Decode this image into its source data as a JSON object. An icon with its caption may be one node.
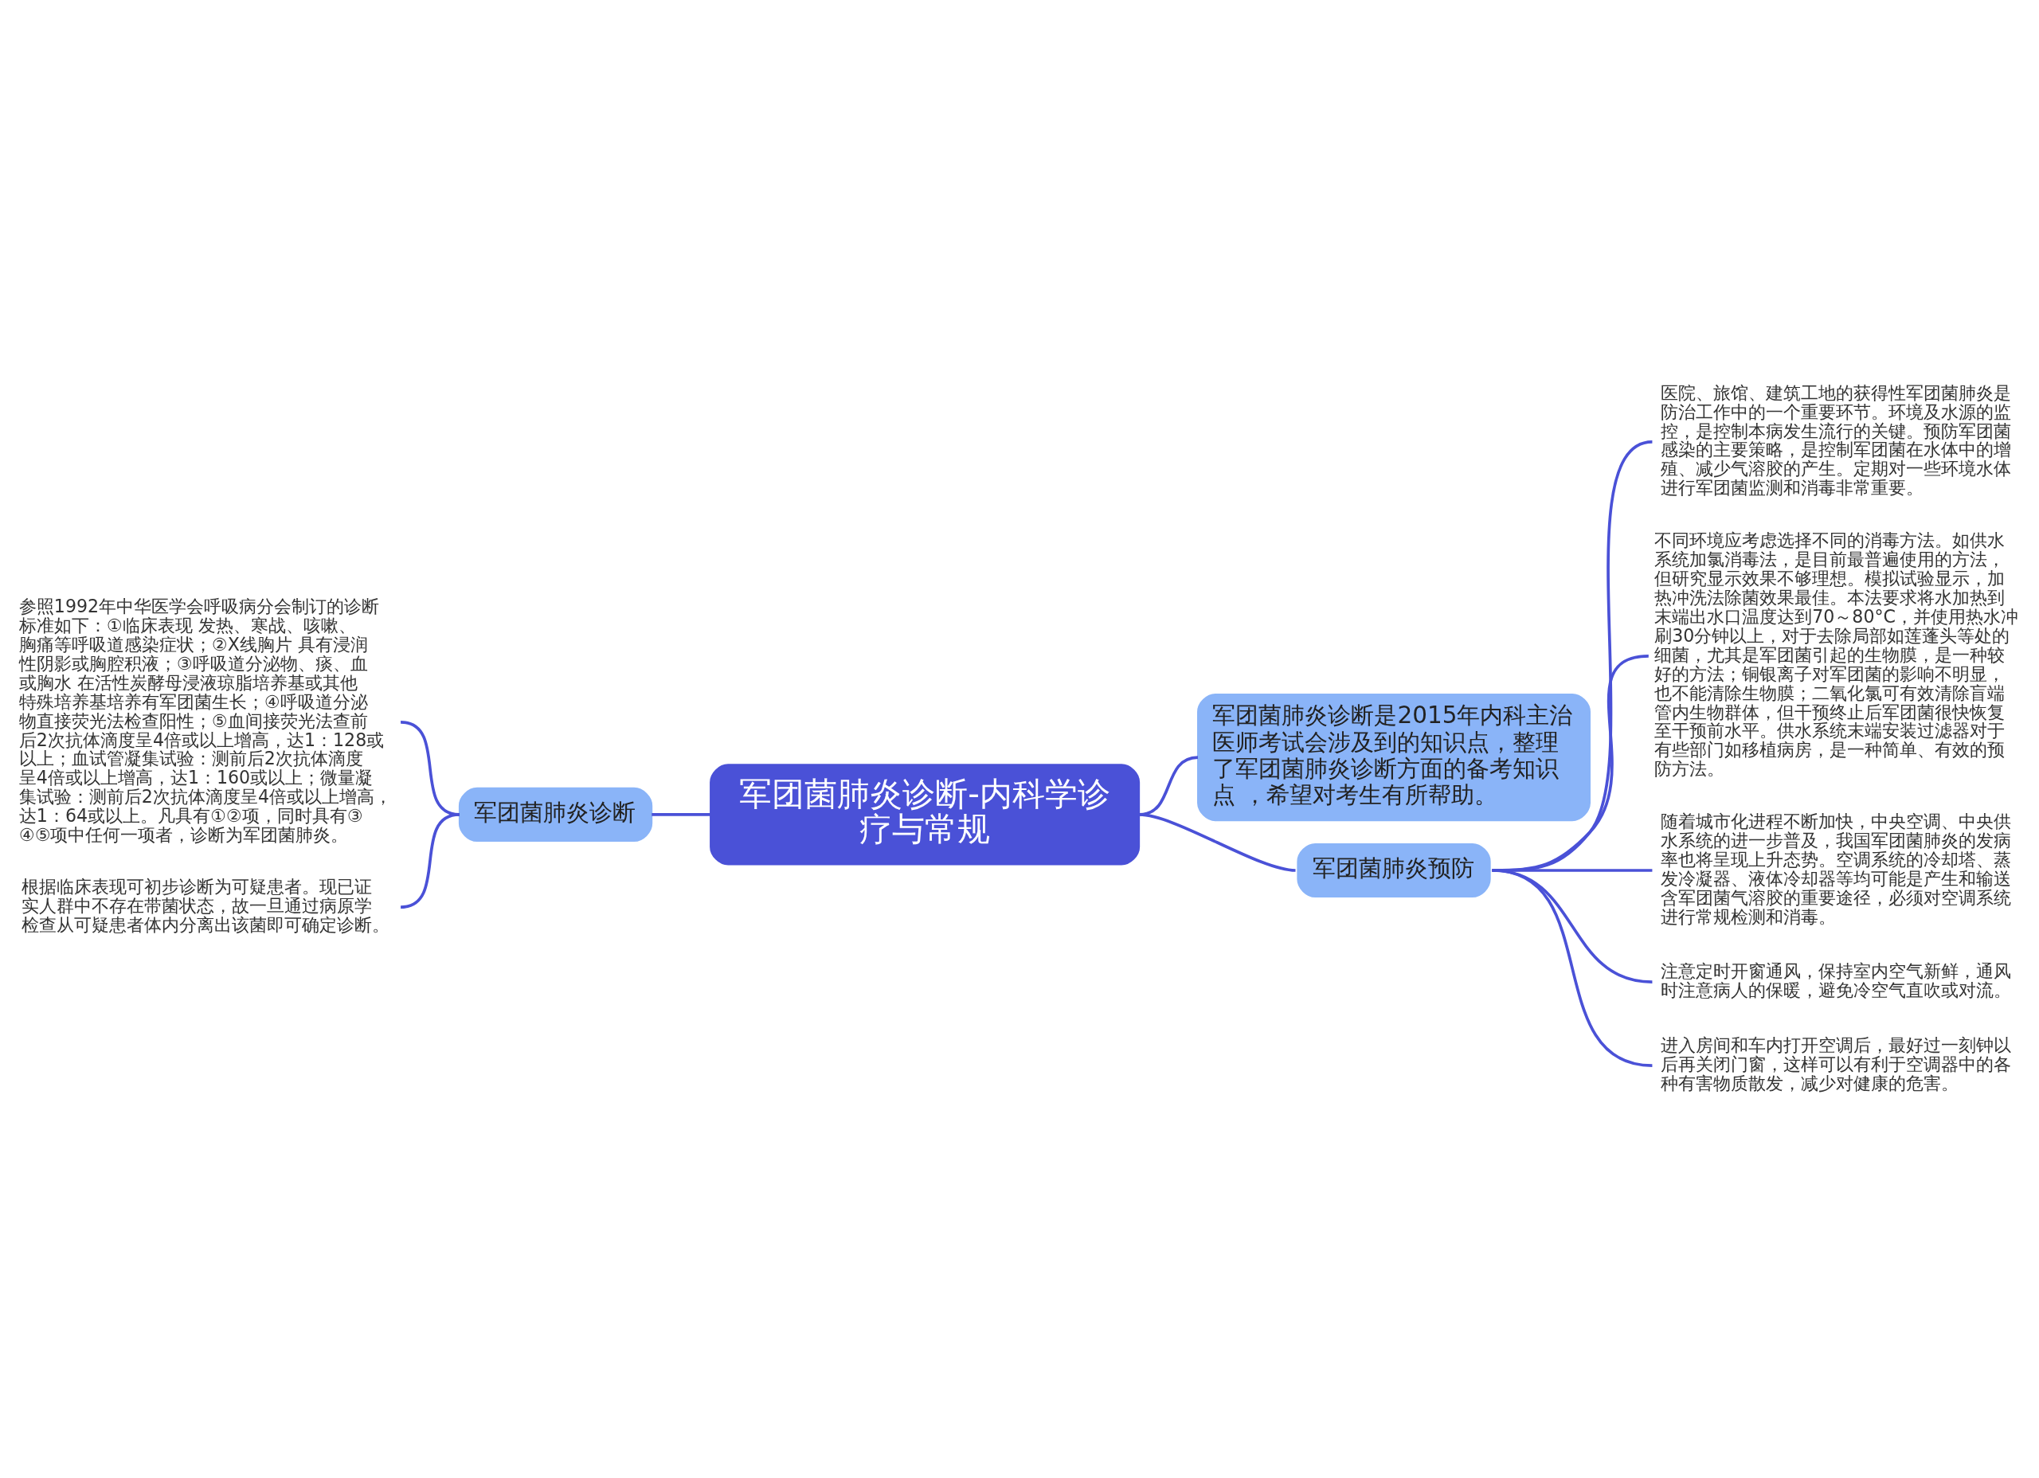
{
  "diagram": {
    "nodes": [
      {
        "text": [
          "军团菌肺炎诊断-内科学诊疗与常规"
        ]
      },
      {
        "text": [
          "军团菌肺炎诊断"
        ]
      },
      {
        "text": [
          "参照1992年中华医学会呼吸病分会制订的诊断标准如下：①临床表现 发热、寒战、咳嗽、胸痛等呼吸道感染症状；②X线胸片 具有浸润性阴影或胸腔积液；③呼吸道分泌物、痰、血或胸水 在活性炭酵母浸液琼脂培养基或其他特殊培养基培养有军团菌生长；④呼吸道分泌物直接荧光法检查阳性；⑤血间接荧光法查前后2次抗体滴度呈4倍或以上增高，达1：128或以上；血试管凝集试验：测前后2次抗体滴度呈4倍或以上增高，达1：160或以上；微量凝集试验：测前后2次抗体滴度呈4倍或以上增高，达1：64或以上。凡具有①②项，同时具有③④⑤项中任何一项者，诊断为军团菌肺炎。"
        ]
      },
      {
        "text": [
          "根据临床表现可初步诊断为可疑患者。现已证实人群中不存在带菌状态，故一旦通过病原学检查从可疑患者体内分离出该菌即可确定诊断。"
        ]
      },
      {
        "text": [
          "军团菌肺炎诊断是2015年内科主治医师考试会涉及到的知识点，整理了军团菌肺炎诊断方面的备考知识点 ，希望对考生有所帮助。"
        ]
      },
      {
        "text": [
          "军团菌肺炎预防"
        ]
      },
      {
        "text": [
          "医院、旅馆、建筑工地的获得性军团菌肺炎是防治工作中的一个重要环节。环境及水源的监控，是控制本病发生流行的关键。预防军团菌感染的主要策略，是控制军团菌在水体中的增殖、减少气溶胶的产生。定期对一些环境水体进行军团菌监测和消毒非常重要。"
        ]
      },
      {
        "text": [
          "不同环境应考虑选择不同的消毒方法。如供水系统加氯消毒法，是目前最普遍使用的方法，但研究显示效果不够理想。模拟试验显示，加热冲洗法除菌效果最佳。本法要求将水加热到末端出水口温度达到70～80°C，并使用热水冲刷30分钟以上，对于去除局部如莲蓬头等处的细菌，尤其是军团菌引起的生物膜，是一种较好的方法；铜银离子对军团菌的影响不明显，也不能清除生物膜；二氧化氯可有效清除盲端管内生物群体，但干预终止后军团菌很快恢复至干预前水平。供水系统末端安装过滤器对于有些部门如移植病房，是一种简单、有效的预防方法。"
        ]
      },
      {
        "text": [
          "随着城市化进程不断加快，中央空调、中央供水系统的进一步普及，我国军团菌肺炎的发病率也将呈现上升态势。空调系统的冷却塔、蒸发冷凝器、液体冷却器等均可能是产生和输送含军团菌气溶胶的重要途径，必须对空调系统进行常规检测和消毒。"
        ]
      },
      {
        "text": [
          "注意定时开窗通风，保持室内空气新鲜，通风时注意病人的保暖，避免冷空气直吹或对流。"
        ]
      },
      {
        "text": [
          "进入房间和车内打开空调后，最好过一刻钟以后再关闭门窗，这样可以有利于空调器中的各种有害物质散发，减少对健康的危害。"
        ]
      }
    ],
    "edges": [
      {
        "from": 0,
        "to": 1,
        "arrow": "none"
      },
      {
        "from": 1,
        "to": 2,
        "arrow": "none"
      },
      {
        "from": 1,
        "to": 3,
        "arrow": "none"
      },
      {
        "from": 0,
        "to": 4,
        "arrow": "none"
      },
      {
        "from": 0,
        "to": 5,
        "arrow": "none"
      },
      {
        "from": 5,
        "to": 6,
        "arrow": "none"
      },
      {
        "from": 5,
        "to": 7,
        "arrow": "none"
      },
      {
        "from": 5,
        "to": 8,
        "arrow": "none"
      },
      {
        "from": 5,
        "to": 9,
        "arrow": "none"
      },
      {
        "from": 5,
        "to": 10,
        "arrow": "none"
      }
    ]
  }
}
